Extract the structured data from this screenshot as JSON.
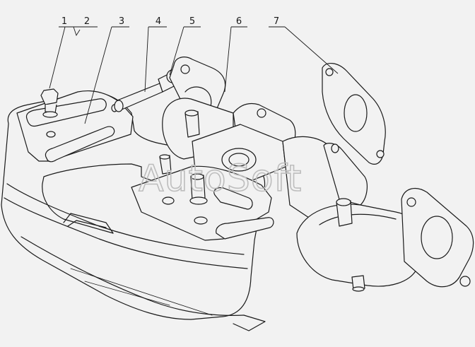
{
  "callouts": [
    {
      "id": "c1",
      "label": "1"
    },
    {
      "id": "c2",
      "label": "2"
    },
    {
      "id": "c3",
      "label": "3"
    },
    {
      "id": "c4",
      "label": "4"
    },
    {
      "id": "c5",
      "label": "5"
    },
    {
      "id": "c6",
      "label": "6"
    },
    {
      "id": "c7",
      "label": "7"
    }
  ],
  "watermark": "AutoSoft"
}
